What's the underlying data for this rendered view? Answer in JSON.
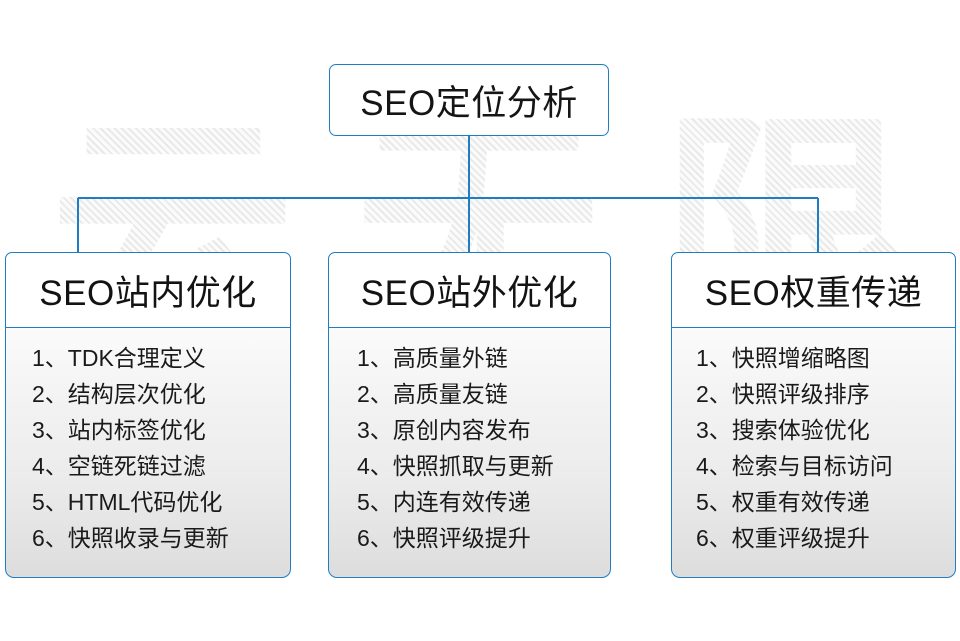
{
  "watermark": {
    "chars": [
      "云",
      "无",
      "限"
    ]
  },
  "root": {
    "label": "SEO定位分析"
  },
  "branches": [
    {
      "id": "seo-onsite",
      "header": "SEO站内优化",
      "items": [
        "1、TDK合理定义",
        "2、结构层次优化",
        "3、站内标签优化",
        "4、空链死链过滤",
        "5、HTML代码优化",
        "6、快照收录与更新"
      ]
    },
    {
      "id": "seo-offsite",
      "header": "SEO站外优化",
      "items": [
        "1、高质量外链",
        "2、高质量友链",
        "3、原创内容发布",
        "4、快照抓取与更新",
        "5、内连有效传递",
        "6、快照评级提升"
      ]
    },
    {
      "id": "seo-weight",
      "header": "SEO权重传递",
      "items": [
        "1、快照增缩略图",
        "2、快照评级排序",
        "3、搜索体验优化",
        "4、检索与目标访问",
        "5、权重有效传递",
        "6、权重评级提升"
      ]
    }
  ],
  "colors": {
    "border_blue": "#1f7ec2",
    "connector_blue": "#1f7ec2",
    "text": "#151515",
    "body_gradient_top": "#fbfbfb",
    "body_gradient_bottom": "#dcdcdc",
    "watermark_gray": "#ededed",
    "background": "#ffffff"
  }
}
